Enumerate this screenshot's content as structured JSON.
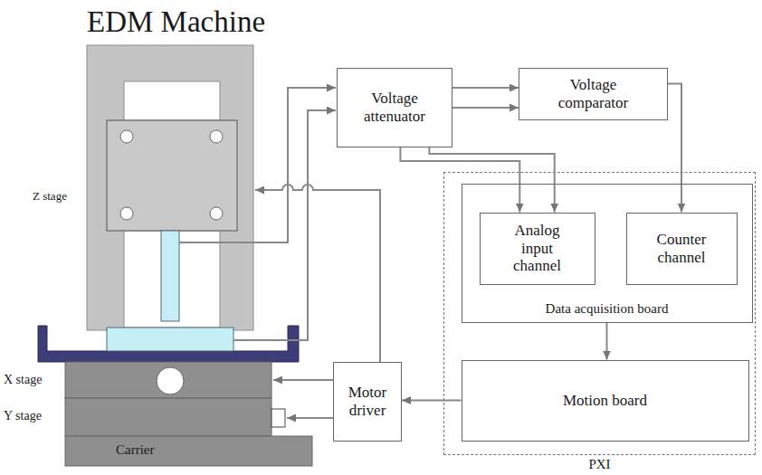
{
  "diagram": {
    "title": "EDM Machine",
    "nodes": [
      {
        "text": [
          "Voltage attenuator"
        ]
      },
      {
        "text": [
          "Voltage comparator"
        ]
      },
      {
        "text": [
          "PXI"
        ]
      },
      {
        "text": [
          "Data acquisition board"
        ],
        "in": 2
      },
      {
        "text": [
          "Analog input channel"
        ],
        "in": 3
      },
      {
        "text": [
          "Counter channel"
        ],
        "in": 3
      },
      {
        "text": [
          "Motion board"
        ],
        "in": 2
      },
      {
        "text": [
          "Motor driver"
        ]
      }
    ],
    "edges": [
      {
        "from": 0,
        "to": 1,
        "arrow": "to"
      },
      {
        "from": 0,
        "to": 1,
        "arrow": "to"
      },
      {
        "from": 0,
        "to": 4,
        "arrow": "to"
      },
      {
        "from": 0,
        "to": 4,
        "arrow": "to"
      },
      {
        "from": 1,
        "to": 5,
        "arrow": "to"
      },
      {
        "from": 3,
        "to": 6,
        "arrow": "to"
      },
      {
        "from": 6,
        "to": 7,
        "arrow": "to"
      }
    ],
    "labels": [
      "Z stage",
      "X stage",
      "Y stage",
      "Carrier"
    ]
  }
}
